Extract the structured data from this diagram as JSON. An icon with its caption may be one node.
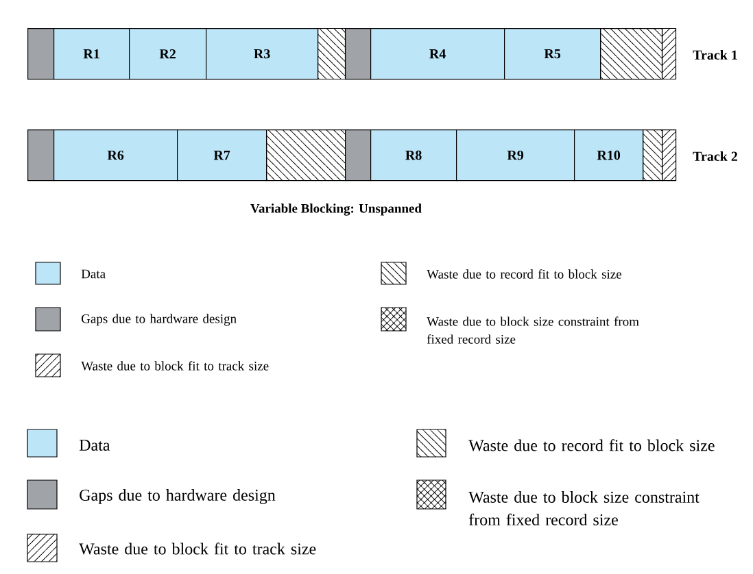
{
  "diagram": {
    "caption": "Variable Blocking: Unspanned",
    "nodes": [
      {
        "text": [],
        "shape": "bar"
      },
      {
        "text": [
          "R1"
        ]
      },
      {
        "text": [
          "R2"
        ]
      },
      {
        "text": [
          "R3"
        ]
      },
      {
        "text": [],
        "shape": "bar"
      },
      {
        "text": [],
        "shape": "bar"
      },
      {
        "text": [
          "R4"
        ]
      },
      {
        "text": [
          "R5"
        ]
      },
      {
        "text": [],
        "shape": "bar"
      },
      {
        "text": [],
        "shape": "bar"
      },
      {
        "text": [],
        "shape": "bar"
      },
      {
        "text": [
          "R6"
        ]
      },
      {
        "text": [
          "R7"
        ]
      },
      {
        "text": [],
        "shape": "bar"
      },
      {
        "text": [],
        "shape": "bar"
      },
      {
        "text": [
          "R8"
        ]
      },
      {
        "text": [
          "R9"
        ]
      },
      {
        "text": [
          "R10"
        ]
      },
      {
        "text": [],
        "shape": "bar"
      },
      {
        "text": [],
        "shape": "bar"
      }
    ],
    "edges": [],
    "labels": [
      "Track 1",
      "Track 2"
    ],
    "legend": [
      {
        "text": "Data",
        "color": "#bde5f8"
      },
      {
        "text": "Waste due to record fit to block size"
      },
      {
        "text": "Gaps due to hardware design",
        "color": "#a0a4a8"
      },
      {
        "text": "Waste due to block size constraint from fixed record size"
      },
      {
        "text": "Waste due to block fit to track size"
      },
      {
        "text": "Data",
        "color": "#bde5f8"
      },
      {
        "text": "Waste due to record fit to block size"
      },
      {
        "text": "Gaps due to hardware design",
        "color": "#a0a4a8"
      },
      {
        "text": "Waste due to block size constraint from fixed record size"
      },
      {
        "text": "Waste due to block fit to track size"
      }
    ]
  }
}
